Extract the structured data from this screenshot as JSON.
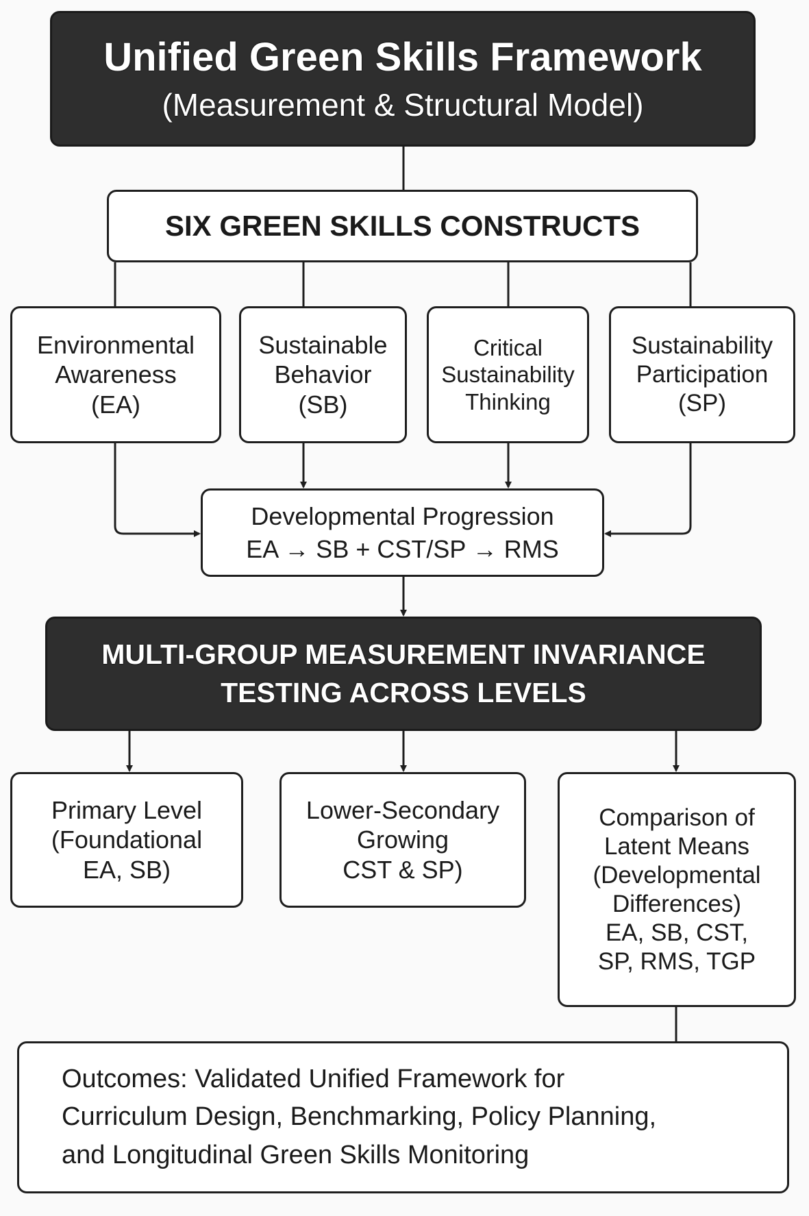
{
  "header": {
    "title": "Unified Green Skills Framework",
    "subtitle": "(Measurement & Structural Model)"
  },
  "constructs_heading": "SIX GREEN SKILLS CONSTRUCTS",
  "constructs": [
    {
      "lines": [
        "Environmental",
        "Awareness",
        "(EA)"
      ]
    },
    {
      "lines": [
        "Sustainable",
        "Behavior",
        "(SB)"
      ]
    },
    {
      "lines": [
        "Critical",
        "Sustainability",
        "Thinking"
      ]
    },
    {
      "lines": [
        "Sustainability",
        "Participation",
        "(SP)"
      ]
    }
  ],
  "progression": {
    "title": "Developmental Progression",
    "formula": "EA → SB + CST/SP → RMS"
  },
  "invariance": {
    "line1": "MULTI-GROUP MEASUREMENT INVARIANCE",
    "line2": "TESTING ACROSS LEVELS"
  },
  "levels": [
    {
      "lines": [
        "Primary Level",
        "(Foundational",
        "EA, SB)"
      ]
    },
    {
      "lines": [
        "Lower-Secondary",
        "Growing",
        "CST & SP)"
      ]
    },
    {
      "lines": [
        "Comparison of",
        "Latent Means",
        "(Developmental",
        "Differences)",
        "EA, SB, CST,",
        "SP, RMS, TGP"
      ]
    }
  ],
  "outcomes": {
    "lines": [
      "Outcomes: Validated Unified Framework for",
      "Curriculum Design, Benchmarking, Policy Planning,",
      "and Longitudinal Green Skills Monitoring"
    ]
  }
}
